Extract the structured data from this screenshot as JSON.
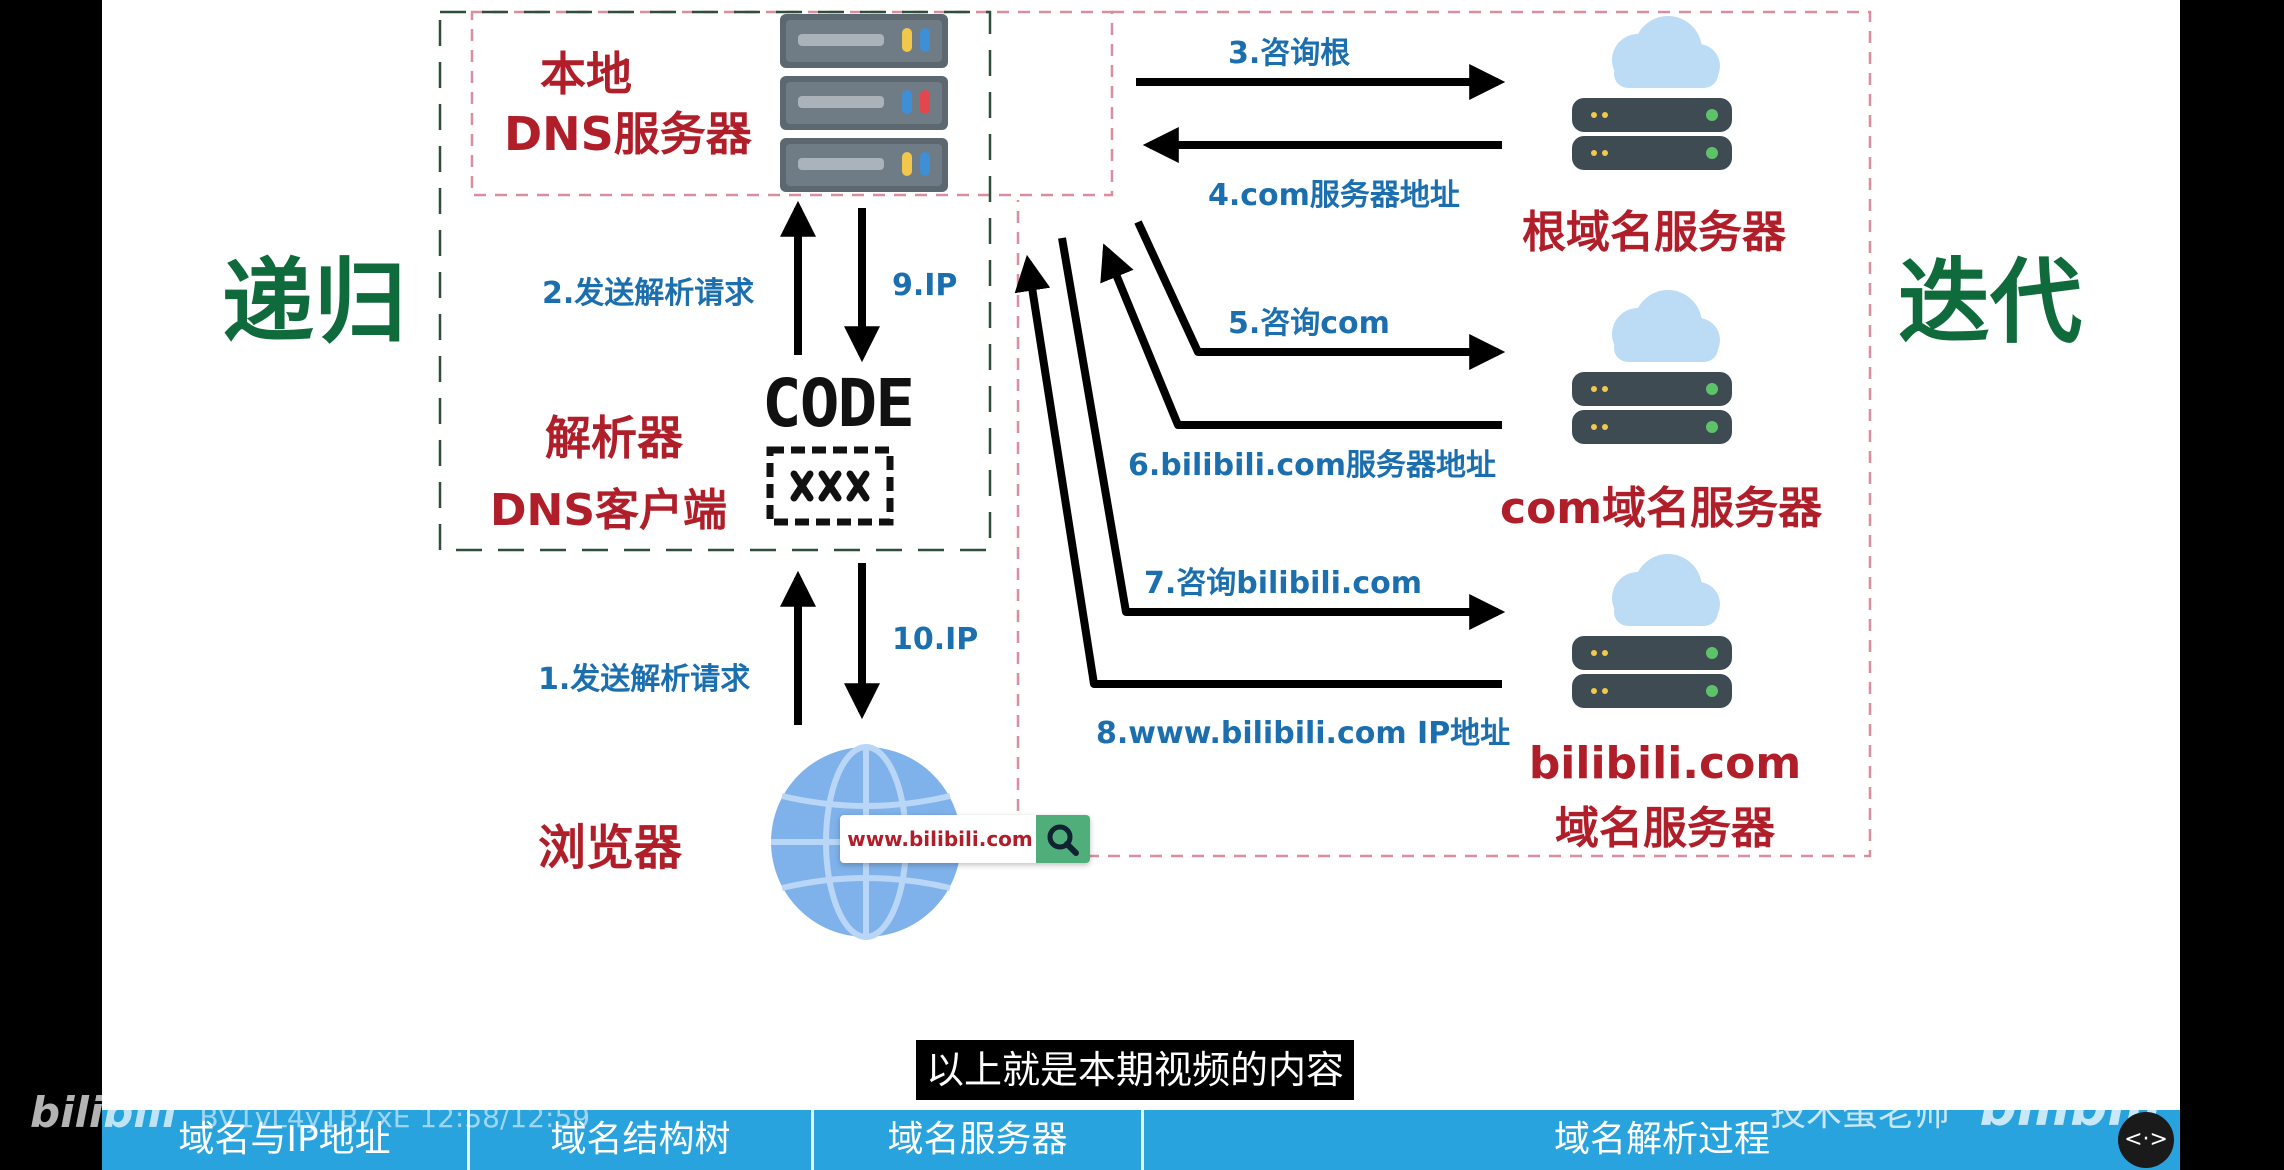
{
  "diagram": {
    "recursive_label": "递归",
    "iterative_label": "迭代",
    "local_dns": {
      "line1": "本地",
      "line2": "DNS服务器"
    },
    "resolver": {
      "line1": "解析器",
      "line2": "DNS客户端",
      "code_text": "CODE"
    },
    "browser": {
      "label": "浏览器",
      "url": "www.bilibili.com"
    },
    "root_server": "根域名服务器",
    "com_server": "com域名服务器",
    "bili_server": {
      "line1": "bilibili.com",
      "line2": "域名服务器"
    },
    "steps": {
      "s1": "1.发送解析请求",
      "s2": "2.发送解析请求",
      "s3": "3.咨询根",
      "s4": "4.com服务器地址",
      "s5": "5.咨询com",
      "s6": "6.bilibili.com服务器地址",
      "s7": "7.咨询bilibili.com",
      "s8": "8.www.bilibili.com IP地址",
      "s9": "9.IP",
      "s10": "10.IP"
    },
    "colors": {
      "red": "#b01e2a",
      "blue": "#1c6fae",
      "green": "#0f6b3c",
      "nav": "#29a3dd"
    }
  },
  "subtitle": "以上就是本期视频的内容",
  "chapters": [
    {
      "label": "域名与IP地址"
    },
    {
      "label": "域名结构树"
    },
    {
      "label": "域名服务器"
    },
    {
      "label": "域名解析过程"
    }
  ],
  "watermark": {
    "logo": "bilibili",
    "text": "BV1vL4y1B7xE 12:58/12:59"
  },
  "author": {
    "name": "技术蛋老师",
    "logo": "bilibili"
  },
  "player_button": "<·>"
}
